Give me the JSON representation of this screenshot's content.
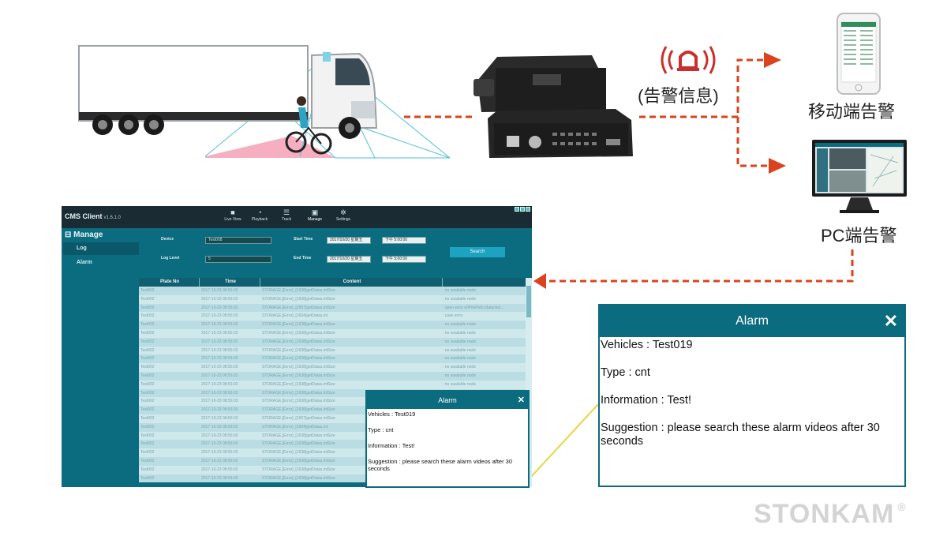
{
  "labels": {
    "alarm_info": "(告警信息)",
    "mobile_alarm": "移动端告警",
    "pc_alarm": "PC端告警"
  },
  "cms": {
    "title": "CMS Client",
    "version": "v1.6.1.0",
    "nav": [
      {
        "label": "Live View",
        "icon": "camera-icon"
      },
      {
        "label": "Playback",
        "icon": "clock-icon"
      },
      {
        "label": "Track",
        "icon": "route-icon"
      },
      {
        "label": "Manage",
        "icon": "manage-icon"
      },
      {
        "label": "Settings",
        "icon": "gear-icon"
      }
    ],
    "sidebar": {
      "header": "Manage",
      "items": [
        {
          "label": "Log"
        },
        {
          "label": "Alarm"
        }
      ]
    },
    "form": {
      "device_label": "Device",
      "device_value": "Test008",
      "loglevel_label": "Log Level",
      "loglevel_value": "5",
      "start_label": "Start Time",
      "start_date": "2017/10/20 星期五",
      "start_time": "下午 5:00:00",
      "end_label": "End Time",
      "end_date": "2017/10/20 星期五",
      "end_time": "下午 5:00:00",
      "search_label": "Search"
    },
    "table": {
      "headers": [
        "Plate No",
        "Time",
        "Content",
        ""
      ],
      "rows": [
        [
          "Test002",
          "2017-10-23 08:56:03",
          "STORAGE,[Error] ,[1638]getDatas.intSize",
          ": no available node"
        ],
        [
          "Test002",
          "2017-10-23 08:56:03",
          "STORAGE,[Error] ,[1638]getDatas.intSize",
          ": no available node"
        ],
        [
          "Test002",
          "2017-10-23 08:56:03",
          "STORAGE,[Error] ,[1657]getDatas.intSize",
          ": open error e0PifePath:/data/vid/..."
        ],
        [
          "Test002",
          "2017-10-23 08:56:03",
          "STORAGE,[Error] ,[1604]getDatas.int",
          ": case error"
        ],
        [
          "Test002",
          "2017-10-23 08:56:03",
          "STORAGE,[Error] ,[1638]getDatas.intSize",
          ": no available node"
        ],
        [
          "Test002",
          "2017-10-23 08:56:03",
          "STORAGE,[Error] ,[1638]getDatas.intSize",
          ": no available node"
        ],
        [
          "Test002",
          "2017-10-23 08:56:03",
          "STORAGE,[Error] ,[1638]getDatas.intSize",
          ": no available node"
        ],
        [
          "Test002",
          "2017-10-23 08:56:03",
          "STORAGE,[Error] ,[1638]getDatas.intSize",
          ": no available node"
        ],
        [
          "Test002",
          "2017-10-23 08:56:03",
          "STORAGE,[Error] ,[1638]getDatas.intSize",
          ": no available node"
        ],
        [
          "Test002",
          "2017-10-23 08:56:03",
          "STORAGE,[Error] ,[1638]getDatas.intSize",
          ": no available node"
        ],
        [
          "Test002",
          "2017-10-23 08:56:03",
          "STORAGE,[Error] ,[1638]getDatas.intSize",
          ": no available node"
        ],
        [
          "Test002",
          "2017-10-23 08:56:03",
          "STORAGE,[Error] ,[1638]getDatas.intSize",
          ": no available node"
        ],
        [
          "Test002",
          "2017-10-23 08:56:03",
          "STORAGE,[Error] ,[1638]getDatas.intSize",
          ""
        ],
        [
          "Test002",
          "2017-10-23 08:56:03",
          "STORAGE,[Error] ,[1638]getDatas.intSize",
          ""
        ],
        [
          "Test002",
          "2017-10-23 08:56:03",
          "STORAGE,[Error] ,[1638]getDatas.intSize",
          ""
        ],
        [
          "Test002",
          "2017-10-23 08:56:03",
          "STORAGE,[Error] ,[1657]getDatas.intSize",
          ""
        ],
        [
          "Test002",
          "2017-10-23 08:56:03",
          "STORAGE,[Error] ,[1604]getDatas.int",
          ""
        ],
        [
          "Test002",
          "2017-10-23 08:56:03",
          "STORAGE,[Error] ,[1638]getDatas.intSize",
          ""
        ],
        [
          "Test002",
          "2017-10-23 08:56:03",
          "STORAGE,[Error] ,[1638]getDatas.intSize",
          ""
        ],
        [
          "Test002",
          "2017-10-23 08:56:03",
          "STORAGE,[Error] ,[1638]getDatas.intSize",
          ""
        ],
        [
          "Test002",
          "2017-10-23 08:56:03",
          "STORAGE,[Error] ,[1638]getDatas.intSize",
          ""
        ],
        [
          "Test002",
          "2017-10-23 08:56:03",
          "STORAGE,[Error] ,[1638]getDatas.intSize",
          ""
        ],
        [
          "Test002",
          "2017-10-23 08:56:03",
          "STORAGE,[Error] ,[1638]getDatas.intSize",
          ""
        ]
      ]
    }
  },
  "alarm_popup": {
    "title": "Alarm",
    "close": "✕",
    "vehicles": "Vehicles : Test019",
    "type": "Type : cnt",
    "information": "Information : Test!",
    "suggestion": "Suggestion : please search these alarm videos after 30 seconds"
  },
  "brand": {
    "logo": "STONKAM",
    "registered": "®"
  },
  "colors": {
    "teal": "#0b6b7f",
    "arrow": "#d9441e",
    "alarm_bell": "#c9302c",
    "connector": "#e8d43a"
  }
}
